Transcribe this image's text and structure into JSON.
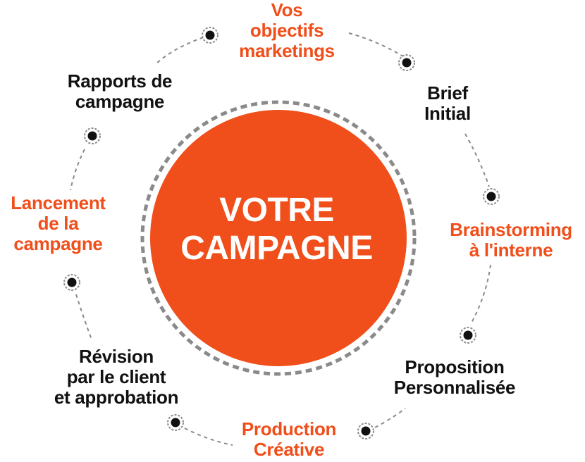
{
  "colors": {
    "accent": "#f04e1a",
    "text_dark": "#111111",
    "dots": "#111111",
    "dashes": "#8a8a8a"
  },
  "center": {
    "line1": "VOTRE",
    "line2": "CAMPAGNE"
  },
  "steps": [
    {
      "lines": [
        "Vos",
        "objectifs",
        "marketings"
      ],
      "color": "accent"
    },
    {
      "lines": [
        "Brief",
        "Initial"
      ],
      "color": "dark"
    },
    {
      "lines": [
        "Brainstorming",
        "à l'interne"
      ],
      "color": "accent"
    },
    {
      "lines": [
        "Proposition",
        "Personnalisée"
      ],
      "color": "dark"
    },
    {
      "lines": [
        "Production",
        "Créative"
      ],
      "color": "accent"
    },
    {
      "lines": [
        "Révision",
        "par le client",
        "et approbation"
      ],
      "color": "dark"
    },
    {
      "lines": [
        "Lancement",
        "de la",
        "campagne"
      ],
      "color": "accent"
    },
    {
      "lines": [
        "Rapports de",
        "campagne"
      ],
      "color": "dark"
    }
  ]
}
